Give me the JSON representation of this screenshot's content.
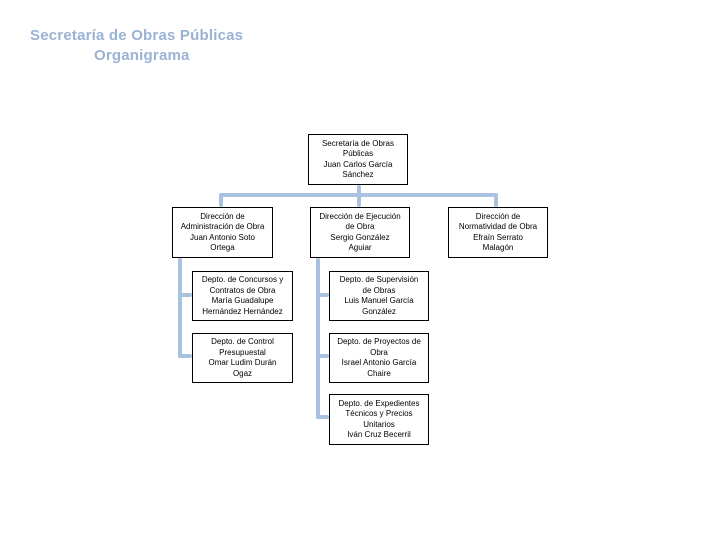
{
  "header": {
    "line1": "Secretaría de Obras Públicas",
    "line2": "Organigrama"
  },
  "colors": {
    "title": "#9AB2D4",
    "connector": "#A9C2E0",
    "box_border": "#000000",
    "box_fill": "#FFFFFF",
    "box_text": "#000000",
    "background": "#FFFFFF"
  },
  "org_chart": {
    "root": {
      "unit": "Secretaría de Obras\nPúblicas",
      "person": "Juan Carlos García\nSánchez"
    },
    "directions": [
      {
        "unit": "Dirección de\nAdministración de Obra",
        "person": "Juan Antonio Soto\nOrtega"
      },
      {
        "unit": "Dirección de Ejecución\nde Obra",
        "person": "Sergio González\nAguiar"
      },
      {
        "unit": "Dirección de\nNormatividad de Obra",
        "person": "Efraín Serrato\nMalagón"
      }
    ],
    "admin_departments": [
      {
        "unit": "Depto. de Concursos y\nContratos de Obra",
        "person": "María Guadalupe\nHernández Hernández"
      },
      {
        "unit": "Depto. de Control\nPresupuestal",
        "person": "Omar Ludim Durán\nOgaz"
      }
    ],
    "ejecucion_departments": [
      {
        "unit": "Depto. de Supervisión\nde Obras",
        "person": "Luis Manuel García\nGonzález"
      },
      {
        "unit": "Depto. de Proyectos de\nObra",
        "person": "Israel Antonio García\nChaire"
      },
      {
        "unit": "Depto. de Expedientes\nTécnicos y Precios\nUnitarios",
        "person": "Iván Cruz Becerril"
      }
    ]
  }
}
